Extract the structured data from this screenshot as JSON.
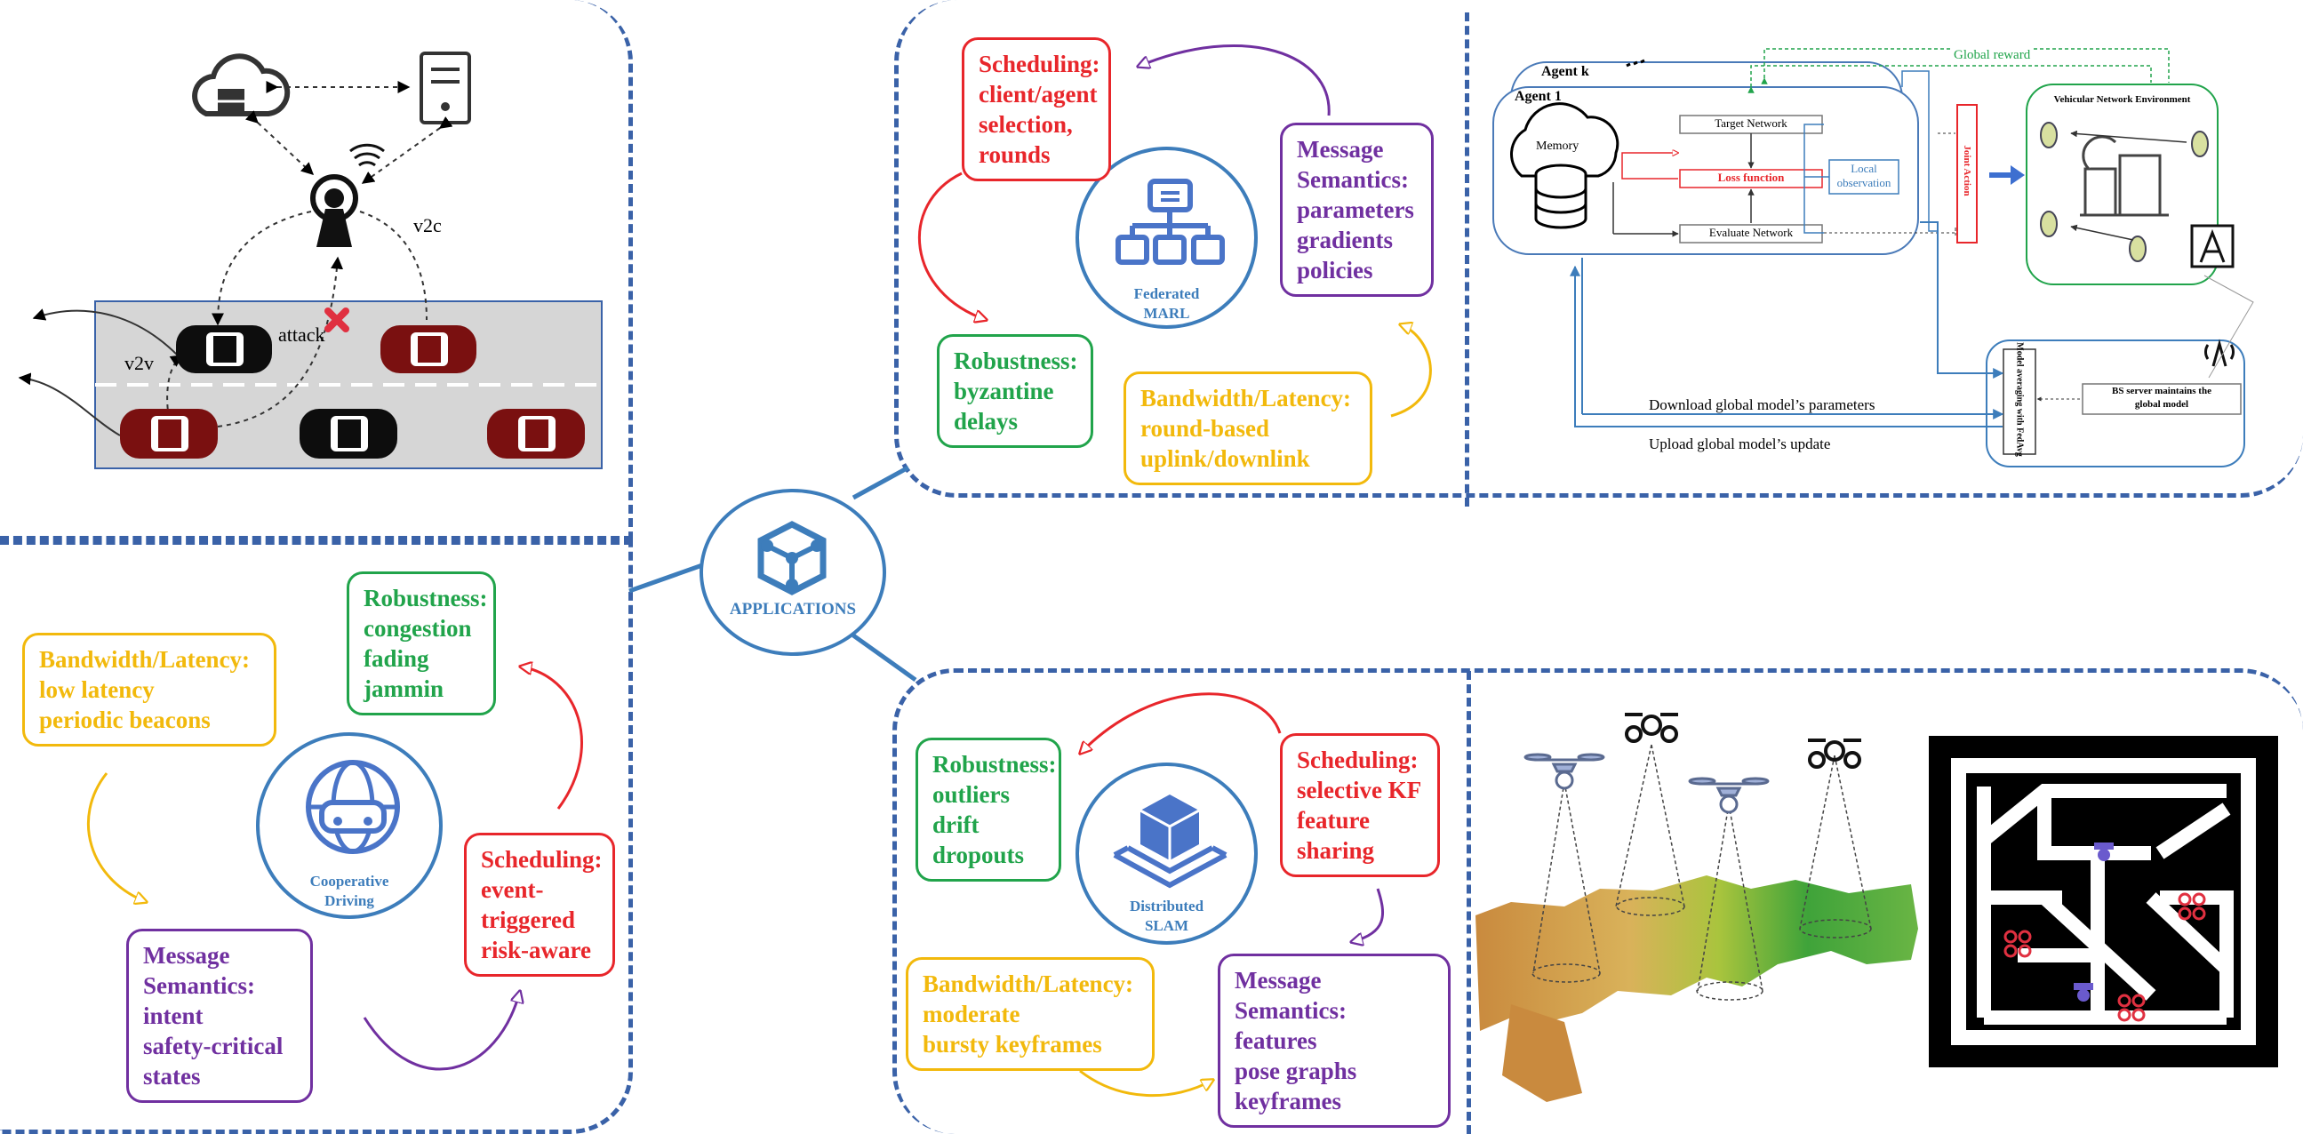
{
  "center": {
    "label": "APPLICATIONS"
  },
  "v2x": {
    "v2c": "v2c",
    "v2v": "v2v",
    "attack": "attack"
  },
  "cooperative": {
    "label_l1": "Cooperative",
    "label_l2": "Driving",
    "robustness": [
      "Robustness:",
      "congestion",
      "fading",
      "jammin"
    ],
    "bandwidth": [
      "Bandwidth/Latency:",
      "low latency",
      "periodic beacons"
    ],
    "message": [
      "Message",
      "Semantics:",
      "intent",
      "safety-critical",
      "states"
    ],
    "scheduling": [
      "Scheduling:",
      "event-",
      "triggered",
      "risk-aware"
    ]
  },
  "marl": {
    "label_l1": "Federated",
    "label_l2": "MARL",
    "scheduling": [
      "Scheduling:",
      "client/agent",
      "selection,",
      "rounds"
    ],
    "message": [
      "Message",
      "Semantics:",
      "parameters",
      "gradients",
      "policies"
    ],
    "robustness": [
      "Robustness:",
      "byzantine",
      "delays"
    ],
    "bandwidth": [
      "Bandwidth/Latency:",
      "round-based",
      "uplink/downlink"
    ]
  },
  "arch": {
    "agent_k": "Agent k",
    "agent_1": "Agent 1",
    "memory": "Memory",
    "target_network": "Target Network",
    "loss_function": "Loss function",
    "evaluate_network": "Evaluate Network",
    "local_observation": [
      "Local",
      "observation"
    ],
    "joint_action": "Joint Action",
    "global_reward": "Global reward",
    "env": "Vehicular Network Environment",
    "model_avg": "Model averaging with FedAvg",
    "bs_server": [
      "BS server maintains the",
      "global model"
    ],
    "download": "Download global model’s parameters",
    "upload": "Upload global model’s update"
  },
  "slam": {
    "label_l1": "Distributed",
    "label_l2": "SLAM",
    "robustness": [
      "Robustness:",
      "outliers",
      "drift",
      "dropouts"
    ],
    "scheduling": [
      "Scheduling:",
      "selective KF",
      "feature",
      "sharing"
    ],
    "bandwidth": [
      "Bandwidth/Latency:",
      "moderate",
      "bursty keyframes"
    ],
    "message": [
      "Message Semantics:",
      "features",
      "pose graphs",
      "keyframes"
    ]
  },
  "colors": {
    "panel": "#3a62a8",
    "circle": "#3d7dbb",
    "green": "#21a44b",
    "red": "#e8262b",
    "purple": "#7030a0",
    "yellow": "#f2b90c",
    "car_red": "#7a1010"
  }
}
